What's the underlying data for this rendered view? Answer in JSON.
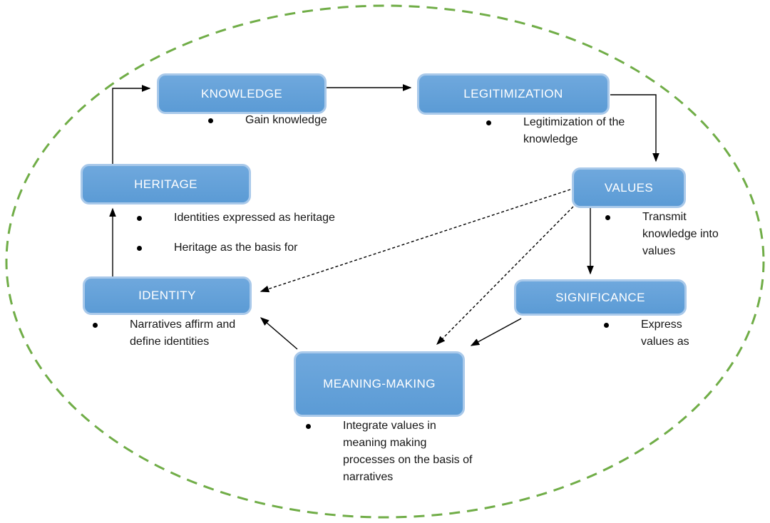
{
  "diagram": {
    "title": "",
    "colors": {
      "box_fill": "#5B9BD5",
      "box_border": "#A9C9EA",
      "ellipse_stroke": "#70AD47",
      "arrow": "#000000",
      "text": "#161616",
      "label_text": "#FFFFFF"
    },
    "nodes": {
      "knowledge": {
        "label": "KNOWLEDGE",
        "bullets": [
          "Gain knowledge"
        ]
      },
      "legitimization": {
        "label": "LEGITIMIZATION",
        "bullets": [
          "Legitimization of the knowledge"
        ]
      },
      "values": {
        "label": "VALUES",
        "bullets": [
          "Transmit knowledge into values"
        ]
      },
      "significance": {
        "label": "SIGNIFICANCE",
        "bullets": [
          "Express values as"
        ]
      },
      "meaning_making": {
        "label": "MEANING-MAKING",
        "bullets": [
          "Integrate values in meaning making processes on the basis of narratives"
        ]
      },
      "identity": {
        "label": "IDENTITY",
        "bullets": [
          "Narratives affirm and define identities"
        ]
      },
      "heritage": {
        "label": "HERITAGE",
        "bullets": [
          "Identities expressed as heritage",
          "Heritage as the basis for"
        ]
      }
    },
    "edges": [
      {
        "from": "heritage",
        "to": "knowledge",
        "style": "solid"
      },
      {
        "from": "knowledge",
        "to": "legitimization",
        "style": "solid"
      },
      {
        "from": "legitimization",
        "to": "values",
        "style": "solid"
      },
      {
        "from": "values",
        "to": "significance",
        "style": "solid"
      },
      {
        "from": "significance",
        "to": "meaning_making",
        "style": "solid"
      },
      {
        "from": "meaning_making",
        "to": "identity",
        "style": "solid"
      },
      {
        "from": "identity",
        "to": "heritage",
        "style": "solid"
      },
      {
        "from": "values",
        "to": "identity",
        "style": "dashed"
      },
      {
        "from": "values",
        "to": "meaning_making",
        "style": "dashed"
      }
    ]
  }
}
